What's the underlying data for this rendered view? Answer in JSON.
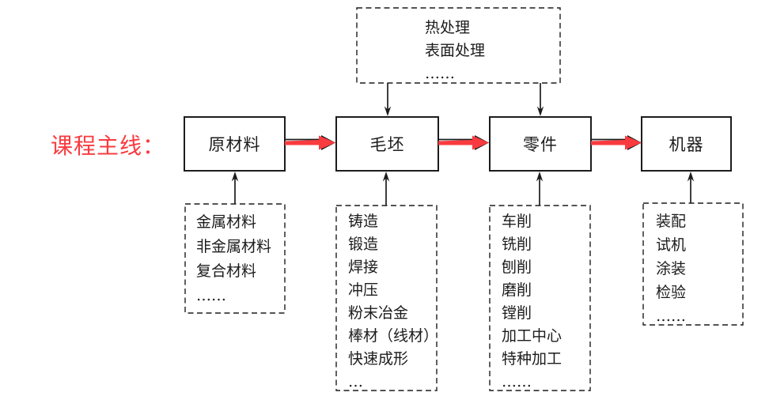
{
  "title_label": "课程主线：",
  "colors": {
    "accent_red": "#f93b3f",
    "ink": "#1c1c1c"
  },
  "stages": [
    {
      "label": "原材料"
    },
    {
      "label": "毛坯"
    },
    {
      "label": "零件"
    },
    {
      "label": "机器"
    }
  ],
  "top_box": {
    "items": [
      "热处理",
      "表面处理",
      "……"
    ]
  },
  "bottom_boxes": [
    {
      "items": [
        "金属材料",
        "非金属材料",
        "复合材料",
        "……"
      ]
    },
    {
      "items": [
        "铸造",
        "锻造",
        "焊接",
        "冲压",
        "粉末冶金",
        "棒材（线材）",
        "快速成形",
        "…"
      ]
    },
    {
      "items": [
        "车削",
        "铣削",
        "刨削",
        "磨削",
        "镗削",
        "加工中心",
        "特种加工",
        "……"
      ]
    },
    {
      "items": [
        "装配",
        "试机",
        "涂装",
        "检验",
        "……"
      ]
    }
  ]
}
